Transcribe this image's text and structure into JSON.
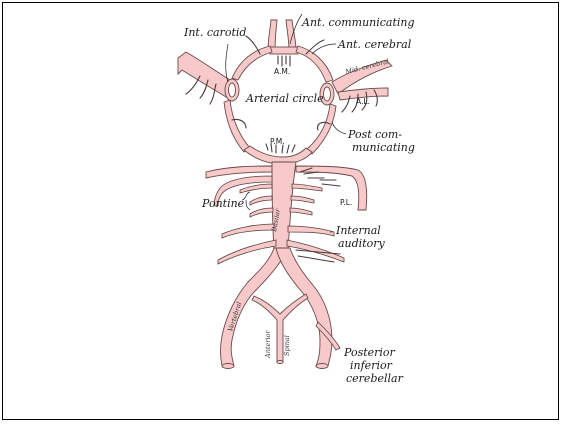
{
  "labels": {
    "int_carotid": "Int. carotid",
    "ant_communicating": "Ant. communicating",
    "ant_cerebral": "Ant. cerebral",
    "mid_cerebral": "Mid. cerebral",
    "am": "A.M.",
    "al": "A.L.",
    "arterial_circle": "Arterial circle",
    "pm": "P.M.",
    "post_communicating_1": "Post com-",
    "post_communicating_2": "municating",
    "pontine": "Pontine",
    "pl": "P.L.",
    "basilar": "Basilar",
    "internal_auditory_1": "Internal",
    "internal_auditory_2": "auditory",
    "vertebral": "Vertebral",
    "anterior": "Anterior",
    "spinal": "Spinal",
    "posterior_inferior_1": "Posterior",
    "posterior_inferior_2": "inferior",
    "posterior_inferior_3": "cerebellar"
  },
  "colors": {
    "vessel_fill": "#f7c9c9",
    "vessel_stroke": "#6a4a4a"
  }
}
